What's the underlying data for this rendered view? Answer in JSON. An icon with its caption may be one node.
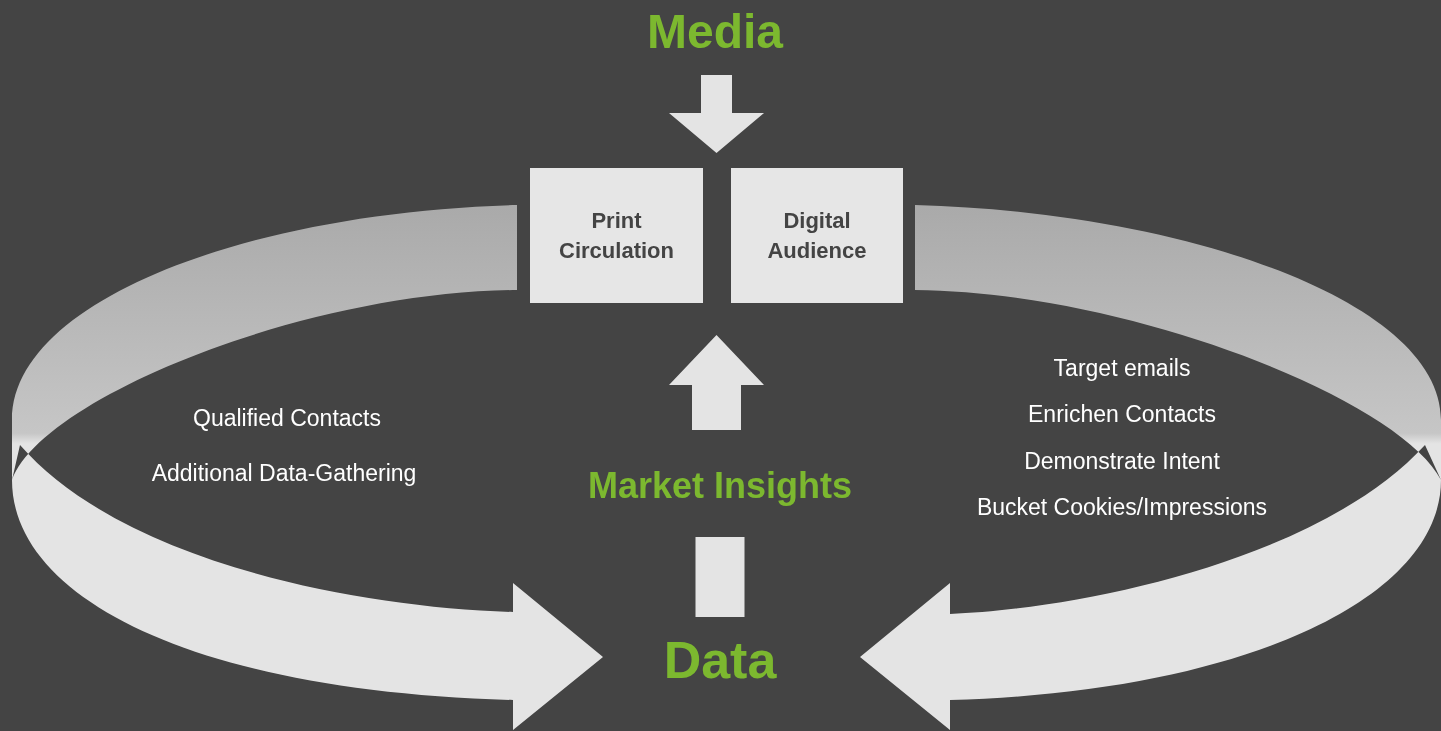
{
  "diagram": {
    "nodes": [
      {
        "text": [
          "Media"
        ]
      },
      {
        "text": [
          "Print Circulation"
        ]
      },
      {
        "text": [
          "Digital Audience"
        ]
      },
      {
        "text": [
          "Market Insights"
        ]
      },
      {
        "text": [
          "Data"
        ]
      }
    ],
    "edges": [
      {
        "from": 0,
        "to": 1,
        "arrow": "to"
      },
      {
        "from": 0,
        "to": 2,
        "arrow": "to"
      },
      {
        "from": 3,
        "to": 1,
        "arrow": "to"
      },
      {
        "from": 3,
        "to": 2,
        "arrow": "to"
      },
      {
        "from": 4,
        "to": 3,
        "arrow": "none"
      },
      {
        "from": 1,
        "to": 4,
        "arrow": "to"
      },
      {
        "from": 2,
        "to": 4,
        "arrow": "to"
      }
    ],
    "labels": [
      "Target emails",
      "Qualified Contacts",
      "Enrichen Contacts",
      "Demonstrate Intent",
      "Additional Data-Gathering",
      "Bucket Cookies/Impressions"
    ]
  }
}
